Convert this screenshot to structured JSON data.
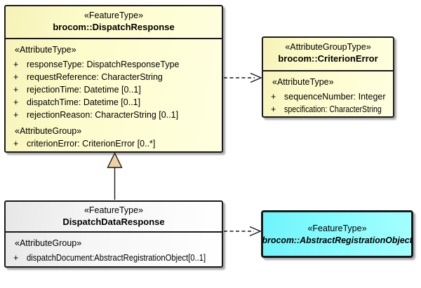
{
  "symbols": {
    "plus": "+"
  },
  "colors": {
    "class_fill": "#FCFACA",
    "data_class_fill": "#EFEFEF",
    "abstract_class_fill": "#80FBFF",
    "border": "#1A1A1A",
    "shadow": "#ABABAB",
    "generalization_head_fill": "#EFD3A3"
  },
  "dispatch_response": {
    "stereotype": "«FeatureType»",
    "name": "brocom::DispatchResponse",
    "attr_section_label": "«AttributeType»",
    "attrs": [
      "responseType: DispatchResponseType",
      "requestReference: CharacterString",
      "rejectionTime: Datetime [0..1]",
      "dispatchTime: Datetime [0..1]",
      "rejectionReason: CharacterString [0..1]"
    ],
    "group_section_label": "«AttributeGroup»",
    "group_attrs": [
      "criterionError: CriterionError [0..*]"
    ]
  },
  "criterion_error": {
    "stereotype": "«AttributeGroupType»",
    "name": "brocom::CriterionError",
    "attr_section_label": "«AttributeType»",
    "attrs": [
      "sequenceNumber: Integer",
      "specification: CharacterString"
    ]
  },
  "dispatch_data_response": {
    "stereotype": "«FeatureType»",
    "name": "DispatchDataResponse",
    "group_section_label": "«AttributeGroup»",
    "group_attrs": [
      "dispatchDocument:AbstractRegistrationObject[0..1]"
    ]
  },
  "abstract_registration_object": {
    "stereotype": "«FeatureType»",
    "name": "brocom::AbstractRegistrationObject"
  },
  "relationships": [
    {
      "type": "dependency",
      "from": "brocom::DispatchResponse",
      "to": "brocom::CriterionError",
      "style": "dashed-open-arrow"
    },
    {
      "type": "generalization",
      "from": "DispatchDataResponse",
      "to": "brocom::DispatchResponse",
      "style": "solid-hollow-triangle"
    },
    {
      "type": "dependency",
      "from": "DispatchDataResponse",
      "to": "brocom::AbstractRegistrationObject",
      "style": "dashed-open-arrow"
    }
  ]
}
